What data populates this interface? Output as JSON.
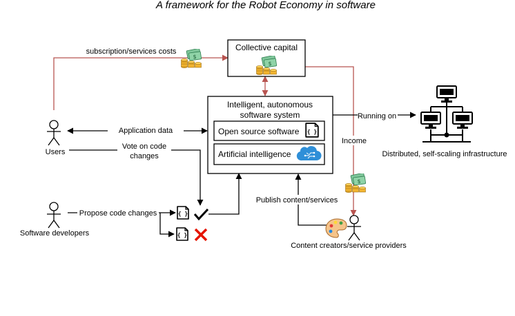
{
  "title": "A framework for the Robot Economy in software",
  "boxes": {
    "collective_capital": "Collective capital",
    "system_line1": "Intelligent, autonomous",
    "system_line2": "software system",
    "open_source": "Open source software",
    "ai": "Artificial intelligence"
  },
  "actors": {
    "users": "Users",
    "developers": "Software developers",
    "creators": "Content creators/service providers"
  },
  "infrastructure": "Distributed, self-scaling infrastructure",
  "edges": {
    "subscription": "subscription/services costs",
    "application_data": "Application data",
    "vote_line1": "Vote on code",
    "vote_line2": "changes",
    "propose": "Propose code changes",
    "publish": "Publish content/services",
    "running_on": "Running on",
    "income": "Income"
  },
  "icons": {
    "code_file": "{ }"
  },
  "colors": {
    "money_edge": "#b85450",
    "accept": "#000000",
    "reject": "#e51400",
    "brain": "#2f8fd8",
    "cash_green": "#7fc69a",
    "coin_gold": "#f2b431"
  }
}
